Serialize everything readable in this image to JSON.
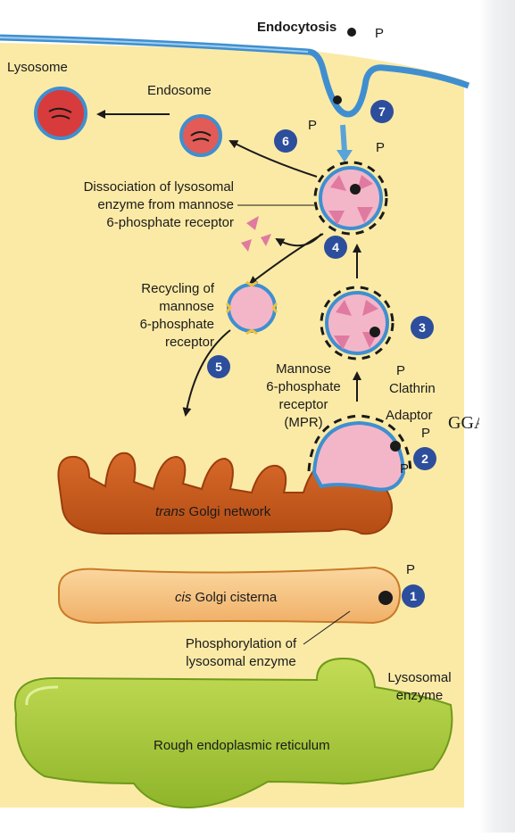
{
  "labels": {
    "endocytosis": "Endocytosis",
    "lysosome": "Lysosome",
    "endosome": "Endosome",
    "dissociation": [
      "Dissociation of lysosomal",
      "enzyme from mannose",
      "6-phosphate receptor"
    ],
    "recycling": [
      "Recycling of",
      "mannose",
      "6-phosphate",
      "receptor"
    ],
    "mpr": [
      "Mannose",
      "6-phosphate",
      "receptor",
      "(MPR)"
    ],
    "clathrin": "Clathrin",
    "adaptor": "Adaptor",
    "gga": "GGA",
    "trans_golgi": "Golgi network",
    "trans_italic": "trans",
    "cis_golgi": "Golgi cisterna",
    "cis_italic": "cis",
    "phosphorylation": [
      "Phosphorylation of",
      "lysosomal enzyme"
    ],
    "lysosomal_enzyme": [
      "Lysosomal",
      "enzyme"
    ],
    "rer": "Rough endoplasmic reticulum",
    "phosphate": "P"
  },
  "steps": [
    "1",
    "2",
    "3",
    "4",
    "5",
    "6",
    "7"
  ],
  "colors": {
    "cytoplasm": "#fbeaa6",
    "membrane": "#3f8fd0",
    "golgi_trans": "#c85a1e",
    "golgi_cis": "#f6c37f",
    "er": "#a8c935",
    "badge": "#2c4e9c",
    "lysosome": "#d83b3b",
    "endosome": "#e25b56",
    "vesicle": "#f3b6c9"
  }
}
